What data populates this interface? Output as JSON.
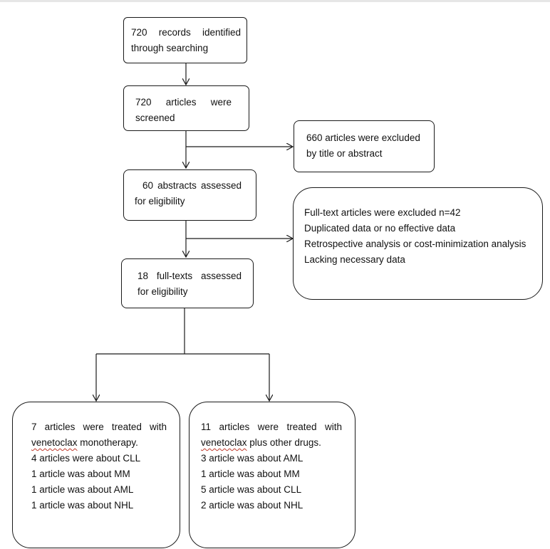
{
  "boxes": {
    "identified": {
      "line1": "720   records   identified",
      "line2": "through searching"
    },
    "screened": {
      "line1": "720    articles     were",
      "line2": "screened"
    },
    "excluded_title": {
      "line1": "660 articles were excluded",
      "line2": "by title or abstract"
    },
    "abstracts": {
      "line1": "60  abstracts  assessed",
      "line2": "for eligibility"
    },
    "excluded_fulltext": {
      "lines": [
        "Full-text articles were excluded n=42",
        "Duplicated data or no effective data",
        "Retrospective analysis or cost-minimization analysis",
        "Lacking necessary data"
      ]
    },
    "fulltexts": {
      "line1": "18  full-texts  assessed",
      "line2": "for eligibility"
    },
    "monotherapy": {
      "line1": "7  articles  were  treated  with",
      "line2_word": "venetoclax",
      "line2_rest": " monotherapy.",
      "items": [
        "4 articles were about CLL",
        "1 article was about MM",
        "1 article was about AML",
        "1 article was about NHL"
      ]
    },
    "combination": {
      "line1": "11  articles  were  treated  with",
      "line2_word": "venetoclax",
      "line2_rest": " plus other drugs.",
      "items": [
        "3 article was about AML",
        "1 article was about MM",
        "5 article was about CLL",
        "2 article was about NHL"
      ]
    }
  },
  "colors": {
    "stroke": "#1a1a1a",
    "spellcheck_underline": "#c0392b",
    "background": "#ffffff"
  }
}
